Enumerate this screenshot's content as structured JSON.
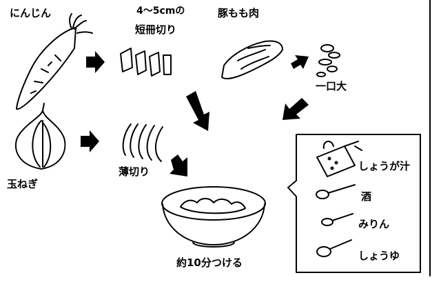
{
  "labels": {
    "carrot": "にんじん",
    "carrot_cut_line1": "4～5cmの",
    "carrot_cut_line2": "短冊切り",
    "pork": "豚もも肉",
    "pork_cut": "一口大",
    "onion": "玉ねぎ",
    "onion_cut": "薄切り",
    "marinate": "約10分つける",
    "seasoning_ginger": "しょうが汁",
    "seasoning_sake": "酒",
    "seasoning_mirin": "みりん",
    "seasoning_soy": "しょうゆ"
  },
  "colors": {
    "ink": "#000000",
    "paper": "#ffffff"
  },
  "icons": [
    "carrot-icon",
    "carrot-sticks-icon",
    "pork-icon",
    "pork-pieces-icon",
    "onion-icon",
    "onion-slices-icon",
    "bowl-icon",
    "grater-icon",
    "spoon-icon",
    "arrow-icon"
  ]
}
